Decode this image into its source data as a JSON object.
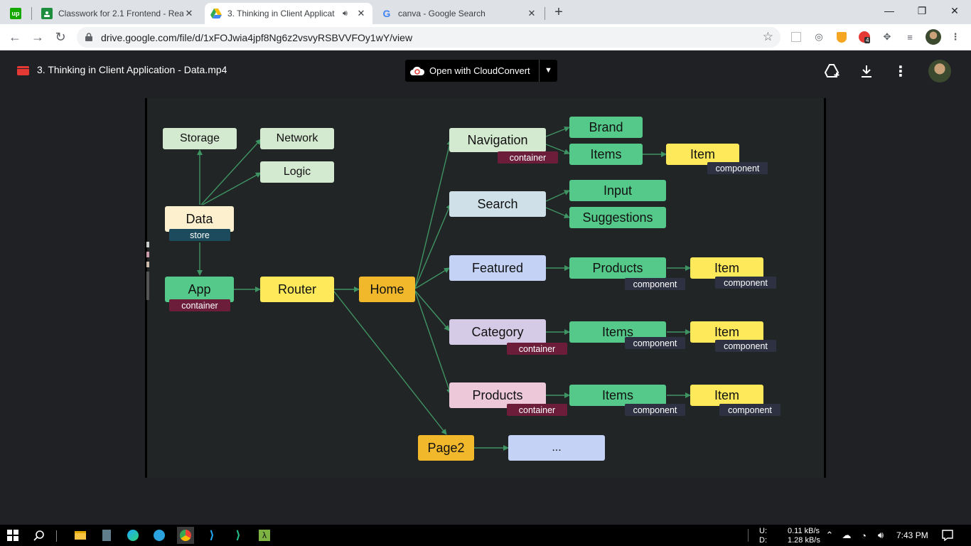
{
  "browser": {
    "tabs": [
      {
        "title": "Classwork for 2.1 Frontend - Rea",
        "favicon": "google-classroom-icon",
        "active": false
      },
      {
        "title": "3. Thinking in Client Applicat",
        "favicon": "google-drive-icon",
        "active": true
      },
      {
        "title": "canva - Google Search",
        "favicon": "google-icon",
        "active": false
      }
    ],
    "close_glyph": "✕",
    "new_tab_glyph": "+",
    "window_controls": {
      "minimize": "—",
      "restore": "❐",
      "close": "✕"
    },
    "pinned_app": {
      "label": "up",
      "color": "#14a800"
    },
    "url": "drive.google.com/file/d/1xFOJwia4jpf8Ng6z2vsvyRSBVVFOy1wY/view",
    "extension_badge": "4"
  },
  "viewer": {
    "file_title": "3. Thinking in Client Application - Data.mp4",
    "open_with_label": "Open with CloudConvert"
  },
  "diagram": {
    "nodes": {
      "storage": "Storage",
      "network": "Network",
      "logic": "Logic",
      "data": "Data",
      "app": "App",
      "router": "Router",
      "home": "Home",
      "navigation": "Navigation",
      "brand": "Brand",
      "nav_items": "Items",
      "nav_item": "Item",
      "search": "Search",
      "input": "Input",
      "suggestions": "Suggestions",
      "featured": "Featured",
      "featured_products": "Products",
      "featured_item": "Item",
      "category": "Category",
      "category_items": "Items",
      "category_item": "Item",
      "products": "Products",
      "products_items": "Items",
      "products_item": "Item",
      "page2": "Page2",
      "ellipsis": "..."
    },
    "tags": {
      "store": "store",
      "container": "container",
      "component": "component"
    },
    "colors": {
      "light_green": "#d4ead0",
      "cream": "#fdf0cf",
      "green": "#55c98a",
      "yellow": "#fde95a",
      "orange": "#f1b82c",
      "light_blue": "#cfe0e8",
      "blue": "#c4d3f5",
      "lavender": "#d5cbe6",
      "pink": "#ecc8d9",
      "edge": "#3f9463"
    }
  },
  "taskbar": {
    "net_up_label": "U:",
    "net_down_label": "D:",
    "net_up": "0.11 kB/s",
    "net_down": "1.28 kB/s",
    "time": "7:43 PM"
  }
}
